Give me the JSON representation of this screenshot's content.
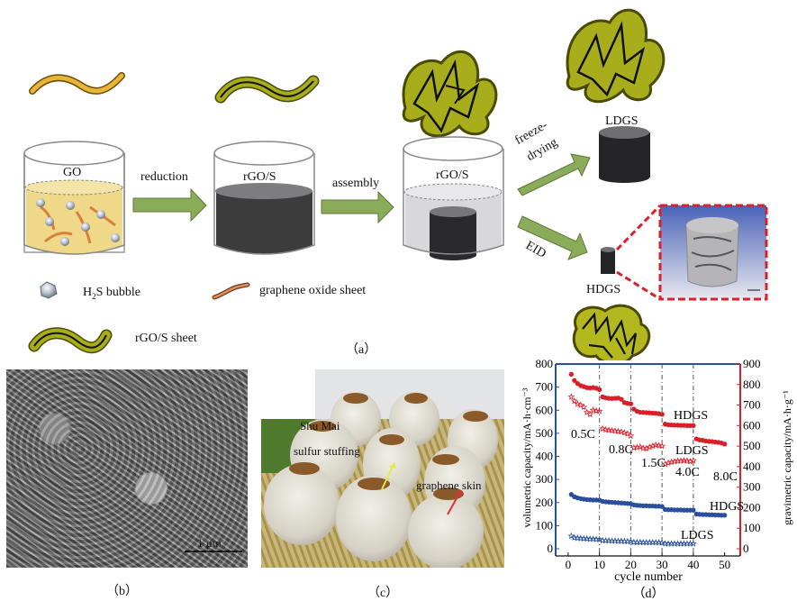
{
  "panel_a": {
    "beaker1_label": "GO",
    "beaker2_label": "rGO/S",
    "beaker3_label": "rGO/S",
    "arrow1_label": "reduction",
    "arrow2_label": "assembly",
    "arrow3_label_line1": "freeze-",
    "arrow3_label_line2": "drying",
    "arrow4_label": "EID",
    "product1_label": "LDGS",
    "product2_label": "HDGS",
    "legend": {
      "bubble_label_pre": "H",
      "bubble_label_sub": "2",
      "bubble_label_post": "S bubble",
      "go_sheet_label": "graphene oxide sheet",
      "rgo_sheet_label": "rGO/S sheet"
    },
    "caption": "（a）"
  },
  "panel_b": {
    "scale_bar_label": "1 μm",
    "caption": "（b）"
  },
  "panel_c": {
    "label_shumai": "Shu Mai",
    "label_stuffing": "sulfur stuffing",
    "label_skin": "graphene skin",
    "caption": "（c）"
  },
  "colors": {
    "arrow_green": "#8aab5a",
    "sheet_olive": "#a3a81a",
    "go_orange": "#e0a33a",
    "red_series": "#d9202a",
    "blue_series": "#2a4f9c",
    "dash_red": "#d9202a"
  },
  "chart_data": {
    "type": "scatter",
    "title": "",
    "caption": "（d）",
    "xlabel": "cycle number",
    "ylabel_left": "volumetric capacity/mA·h·cm⁻³",
    "ylabel_right": "gravimetric capacity/mA·h·g⁻¹",
    "xlim": [
      -4,
      55
    ],
    "ylim_left": [
      -20,
      800
    ],
    "ylim_right": [
      -22.5,
      900
    ],
    "x_ticks": [
      0,
      10,
      20,
      30,
      40,
      50
    ],
    "y_ticks_left": [
      0,
      100,
      200,
      300,
      400,
      500,
      600,
      700,
      800
    ],
    "y_ticks_right": [
      0,
      100,
      200,
      300,
      400,
      500,
      600,
      700,
      800,
      900
    ],
    "rate_dividers": [
      10,
      20,
      30,
      40
    ],
    "rate_labels": [
      "0.5C",
      "0.8C",
      "1.5C",
      "4.0C",
      "8.0C"
    ],
    "series_labels": {
      "hdgs_grav": "HDGS",
      "ldgs_grav": "LDGS",
      "hdgs_vol": "HDGS",
      "ldgs_vol": "LDGS"
    },
    "series": [
      {
        "name": "HDGS gravimetric",
        "axis": "right",
        "marker": "filled-circle",
        "color": "#d9202a",
        "x": [
          1,
          2,
          3,
          4,
          5,
          6,
          7,
          8,
          9,
          10,
          11,
          12,
          13,
          14,
          15,
          16,
          17,
          18,
          19,
          20,
          21,
          22,
          23,
          24,
          25,
          26,
          27,
          28,
          29,
          30,
          31,
          32,
          33,
          34,
          35,
          36,
          37,
          38,
          39,
          40,
          41,
          42,
          43,
          44,
          45,
          46,
          47,
          48,
          49,
          50
        ],
        "y": [
          850,
          820,
          805,
          795,
          790,
          785,
          783,
          785,
          782,
          775,
          740,
          735,
          733,
          732,
          733,
          734,
          728,
          712,
          708,
          706,
          680,
          670,
          665,
          664,
          663,
          662,
          661,
          660,
          658,
          655,
          607,
          604,
          603,
          602,
          602,
          601,
          601,
          600,
          600,
          600,
          535,
          530,
          528,
          525,
          523,
          522,
          520,
          518,
          515,
          510
        ]
      },
      {
        "name": "LDGS gravimetric",
        "axis": "right",
        "marker": "open-star",
        "color": "#d9202a",
        "x": [
          1,
          2,
          3,
          4,
          5,
          6,
          7,
          8,
          9,
          10,
          11,
          12,
          13,
          14,
          15,
          16,
          17,
          18,
          19,
          20,
          21,
          22,
          23,
          24,
          25,
          26,
          27,
          28,
          29,
          30,
          31,
          32,
          33,
          34,
          35,
          36,
          37,
          38,
          39,
          40
        ],
        "y": [
          740,
          720,
          705,
          700,
          690,
          665,
          655,
          675,
          672,
          670,
          585,
          580,
          578,
          576,
          574,
          572,
          570,
          565,
          560,
          550,
          492,
          494,
          496,
          490,
          488,
          495,
          500,
          505,
          503,
          500,
          412,
          418,
          422,
          425,
          428,
          428,
          430,
          428,
          425,
          430
        ]
      },
      {
        "name": "HDGS volumetric",
        "axis": "left",
        "marker": "filled-circle",
        "color": "#2a4f9c",
        "x": [
          1,
          2,
          3,
          4,
          5,
          6,
          7,
          8,
          9,
          10,
          11,
          12,
          13,
          14,
          15,
          16,
          17,
          18,
          19,
          20,
          21,
          22,
          23,
          24,
          25,
          26,
          27,
          28,
          29,
          30,
          31,
          32,
          33,
          34,
          35,
          36,
          37,
          38,
          39,
          40,
          41,
          42,
          43,
          44,
          45,
          46,
          47,
          48,
          49,
          50
        ],
        "y": [
          235,
          225,
          220,
          217,
          215,
          213,
          212,
          211,
          211,
          210,
          205,
          203,
          202,
          201,
          200,
          199,
          198,
          197,
          196,
          195,
          190,
          188,
          187,
          186,
          186,
          185,
          185,
          184,
          184,
          183,
          170,
          169,
          169,
          168,
          168,
          168,
          167,
          167,
          167,
          167,
          150,
          149,
          148,
          148,
          147,
          147,
          146,
          146,
          145,
          145
        ]
      },
      {
        "name": "LDGS volumetric",
        "axis": "left",
        "marker": "open-star",
        "color": "#2a4f9c",
        "x": [
          1,
          2,
          3,
          4,
          5,
          6,
          7,
          8,
          9,
          10,
          11,
          12,
          13,
          14,
          15,
          16,
          17,
          18,
          19,
          20,
          21,
          22,
          23,
          24,
          25,
          26,
          27,
          28,
          29,
          30,
          31,
          32,
          33,
          34,
          35,
          36,
          37,
          38,
          39,
          40
        ],
        "y": [
          55,
          48,
          46,
          45,
          44,
          43,
          42,
          42,
          41,
          40,
          36,
          35,
          35,
          34,
          34,
          33,
          33,
          32,
          32,
          31,
          28,
          28,
          28,
          27,
          27,
          27,
          27,
          27,
          27,
          26,
          22,
          22,
          22,
          22,
          22,
          22,
          22,
          22,
          22,
          22
        ]
      }
    ]
  }
}
